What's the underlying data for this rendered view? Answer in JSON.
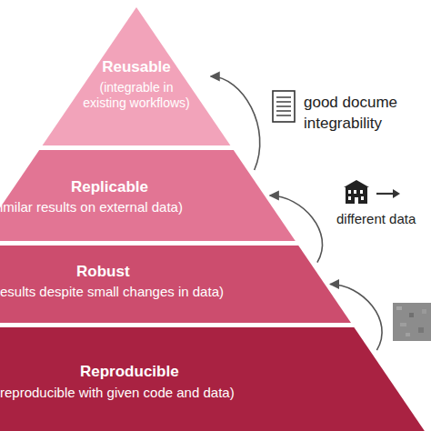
{
  "diagram": {
    "nodes": [
      {
        "text": [
          "Reusable",
          "(integrable in existing workflows)"
        ]
      },
      {
        "text": [
          "Replicable",
          "imilar results on external data)"
        ]
      },
      {
        "text": [
          "Robust",
          "esults despite small changes in data)"
        ]
      },
      {
        "text": [
          "Reproducible",
          "reproducible with given code and data)"
        ]
      }
    ],
    "edges": [
      {
        "from": 1,
        "to": 0,
        "arrow": "to"
      },
      {
        "from": 2,
        "to": 1,
        "arrow": "to"
      },
      {
        "from": 3,
        "to": 2,
        "arrow": "to"
      }
    ],
    "labels": [
      "good docume",
      "integrability",
      "different data"
    ]
  }
}
